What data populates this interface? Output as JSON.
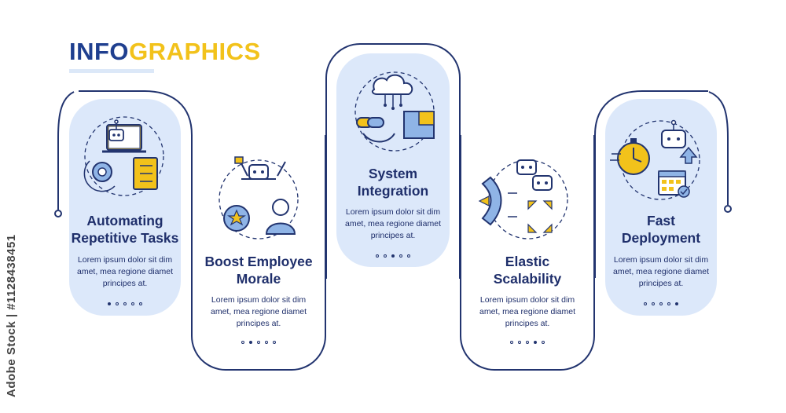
{
  "header": {
    "title_part1": "INFO",
    "title_part2": "GRAPHICS"
  },
  "cards": [
    {
      "heading": "Automating\nRepetitive Tasks",
      "body": "Lorem ipsum dolor sit dim\namet, mea regione diamet\nprincipes at.",
      "active_dot": 0,
      "icon": "robot-laptop-gear-checklist-icon"
    },
    {
      "heading": "Boost Employee\nMorale",
      "body": "Lorem ipsum dolor sit dim\namet, mea regione diamet\nprincipes at.",
      "active_dot": 1,
      "icon": "robot-tools-person-star-icon"
    },
    {
      "heading": "System\nIntegration",
      "body": "Lorem ipsum dolor sit dim\namet, mea regione diamet\nprincipes at.",
      "active_dot": 2,
      "icon": "cloud-chain-puzzle-icon"
    },
    {
      "heading": "Elastic\nScalability",
      "body": "Lorem ipsum dolor sit dim\namet, mea regione diamet\nprincipes at.",
      "active_dot": 3,
      "icon": "robots-arrows-scale-icon"
    },
    {
      "heading": "Fast\nDeployment",
      "body": "Lorem ipsum dolor sit dim\namet, mea regione diamet\nprincipes at.",
      "active_dot": 4,
      "icon": "stopwatch-robot-calendar-icon"
    }
  ],
  "watermark": {
    "stock_id": "Adobe Stock | #1128438451"
  },
  "colors": {
    "navy": "#22346f",
    "text": "#1f2f6b",
    "panel": "#dce8fa",
    "accent_yellow": "#f2c21b",
    "icon_blue": "#8fb4e6"
  }
}
